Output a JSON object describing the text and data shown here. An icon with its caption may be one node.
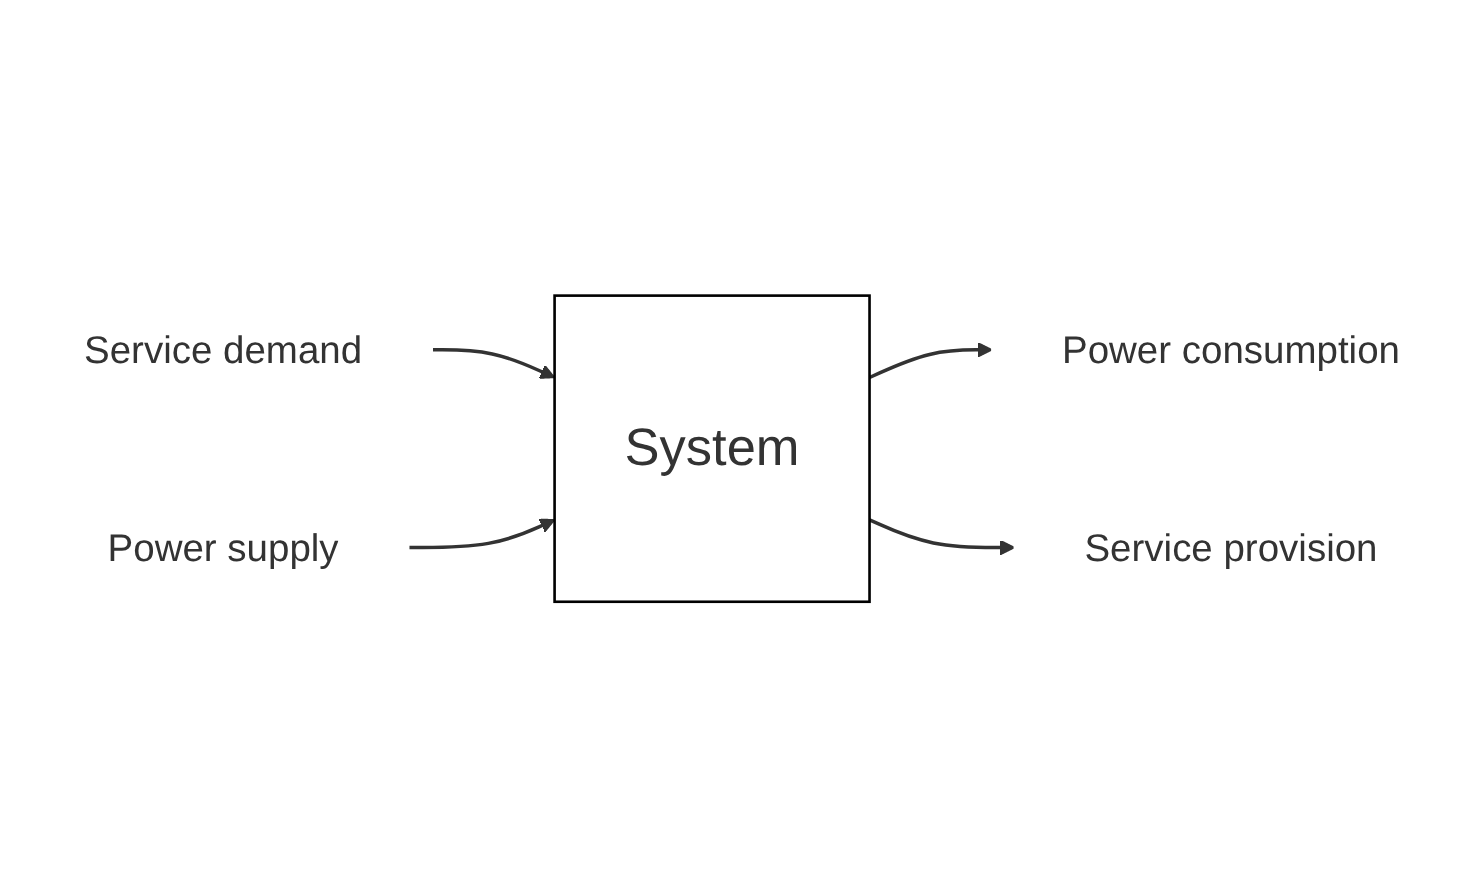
{
  "diagram": {
    "nodes": [
      {
        "text": [
          "Service demand"
        ]
      },
      {
        "text": [
          "System"
        ]
      },
      {
        "text": [
          "Power supply"
        ]
      },
      {
        "text": [
          "Power consumption"
        ]
      },
      {
        "text": [
          "Service provision"
        ]
      }
    ],
    "edges": [
      {
        "from": 0,
        "to": 1,
        "arrow": "to"
      },
      {
        "from": 2,
        "to": 1,
        "arrow": "to"
      },
      {
        "from": 1,
        "to": 3,
        "arrow": "to"
      },
      {
        "from": 1,
        "to": 4,
        "arrow": "to"
      }
    ]
  }
}
